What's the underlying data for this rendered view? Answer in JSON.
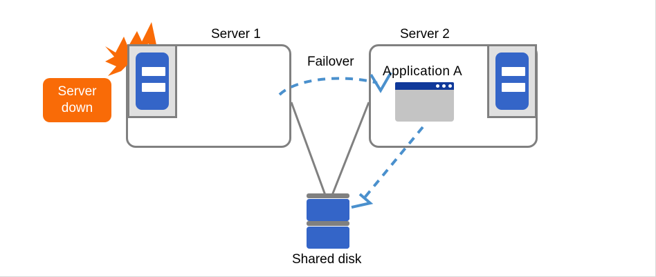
{
  "diagram": {
    "title_server1": "Server 1",
    "title_server2": "Server 2",
    "failover_label": "Failover",
    "application_label": "Application A",
    "shared_disk_label": "Shared disk",
    "badge_line1": "Server",
    "badge_line2": "down"
  },
  "icons": {
    "server1": "server-icon",
    "server2": "server-icon",
    "application_window": "window-icon",
    "shared_disk": "disk-stack-icon",
    "failure_burst": "lightning-burst-icon",
    "failover_arrow": "dashed-curved-arrow-icon",
    "disk_access_arrow": "dashed-straight-arrow-icon",
    "link_server1_disk": "connector-line-icon",
    "link_server2_disk": "connector-line-icon"
  },
  "colors": {
    "alert_orange": "#f96b07",
    "server_blue_light": "#3465c8",
    "server_blue_dark": "#0c3399",
    "titlebar_blue": "#10399a",
    "arrow_blue": "#4a90cd",
    "outline_gray": "#808080",
    "panel_gray": "#c4c4c4",
    "icon_frame_gray": "#e0e0e0",
    "background": "#ffffff"
  }
}
